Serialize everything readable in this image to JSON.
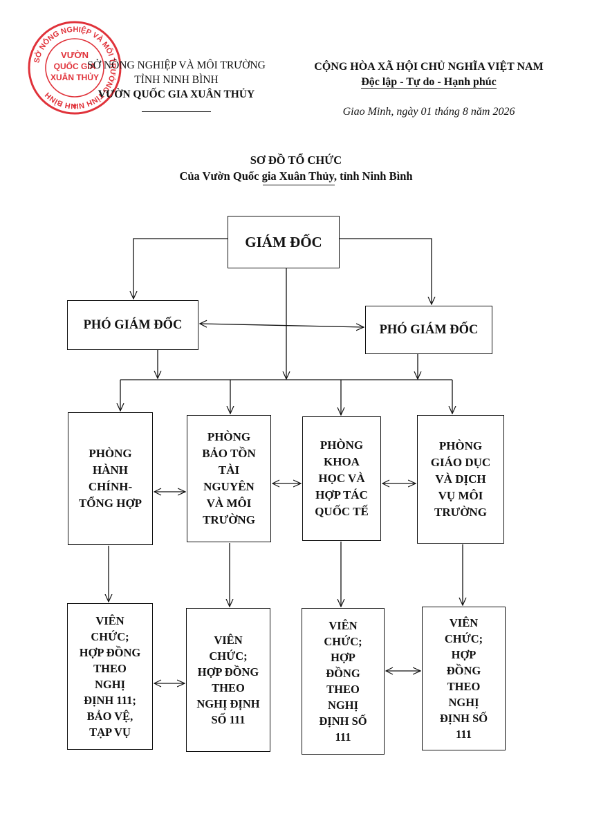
{
  "header_left": {
    "ministry": "SỞ NÔNG NGHIỆP VÀ MÔI TRƯỜNG",
    "province": "TỈNH NINH BÌNH",
    "organization": "VƯỜN QUỐC GIA XUÂN THỦY"
  },
  "header_right": {
    "country": "CỘNG HÒA XÃ HỘI CHỦ NGHĨA VIỆT NAM",
    "motto": "Độc lập - Tự do - Hạnh phúc",
    "dateline": "Giao Minh, ngày 01 tháng 8 năm 2026"
  },
  "title": {
    "main": "SƠ ĐỒ TỔ CHỨC",
    "subtitle": "Của Vườn Quốc gia Xuân Thủy, tỉnh Ninh Bình"
  },
  "stamp": {
    "ring_text": "SỞ NÔNG NGHIỆP VÀ MÔI TRƯỜNG TỈNH NINH BÌNH",
    "center_line1": "VƯỜN",
    "center_line2": "QUỐC GIA",
    "center_line3": "XUÂN THỦY",
    "color": "#e0323a"
  },
  "chart": {
    "director": "GIÁM ĐỐC",
    "deputy_left": "PHÓ GIÁM ĐỐC",
    "deputy_right": "PHÓ GIÁM ĐỐC",
    "departments": [
      [
        "PHÒNG",
        "HÀNH",
        "CHÍNH-",
        "TỔNG HỢP"
      ],
      [
        "PHÒNG",
        "BẢO TỒN",
        "TÀI",
        "NGUYÊN",
        "VÀ MÔI",
        "TRƯỜNG"
      ],
      [
        "PHÒNG",
        "KHOA",
        "HỌC VÀ",
        "HỢP TÁC",
        "QUỐC TẾ"
      ],
      [
        "PHÒNG",
        "GIÁO DỤC",
        "VÀ DỊCH",
        "VỤ MÔI",
        "TRƯỜNG"
      ]
    ],
    "staff": [
      [
        "VIÊN",
        "CHỨC;",
        "HỢP ĐỒNG",
        "THEO",
        "NGHỊ",
        "ĐỊNH 111;",
        "BẢO VỆ,",
        "TẠP VỤ"
      ],
      [
        "VIÊN",
        "CHỨC;",
        "HỢP ĐỒNG",
        "THEO",
        "NGHỊ ĐỊNH",
        "SỐ 111"
      ],
      [
        "VIÊN",
        "CHỨC;",
        "HỢP",
        "ĐỒNG",
        "THEO",
        "NGHỊ",
        "ĐỊNH SỐ",
        "111"
      ],
      [
        "VIÊN",
        "CHỨC;",
        "HỢP",
        "ĐỒNG",
        "THEO",
        "NGHỊ",
        "ĐỊNH SỐ",
        "111"
      ]
    ]
  }
}
